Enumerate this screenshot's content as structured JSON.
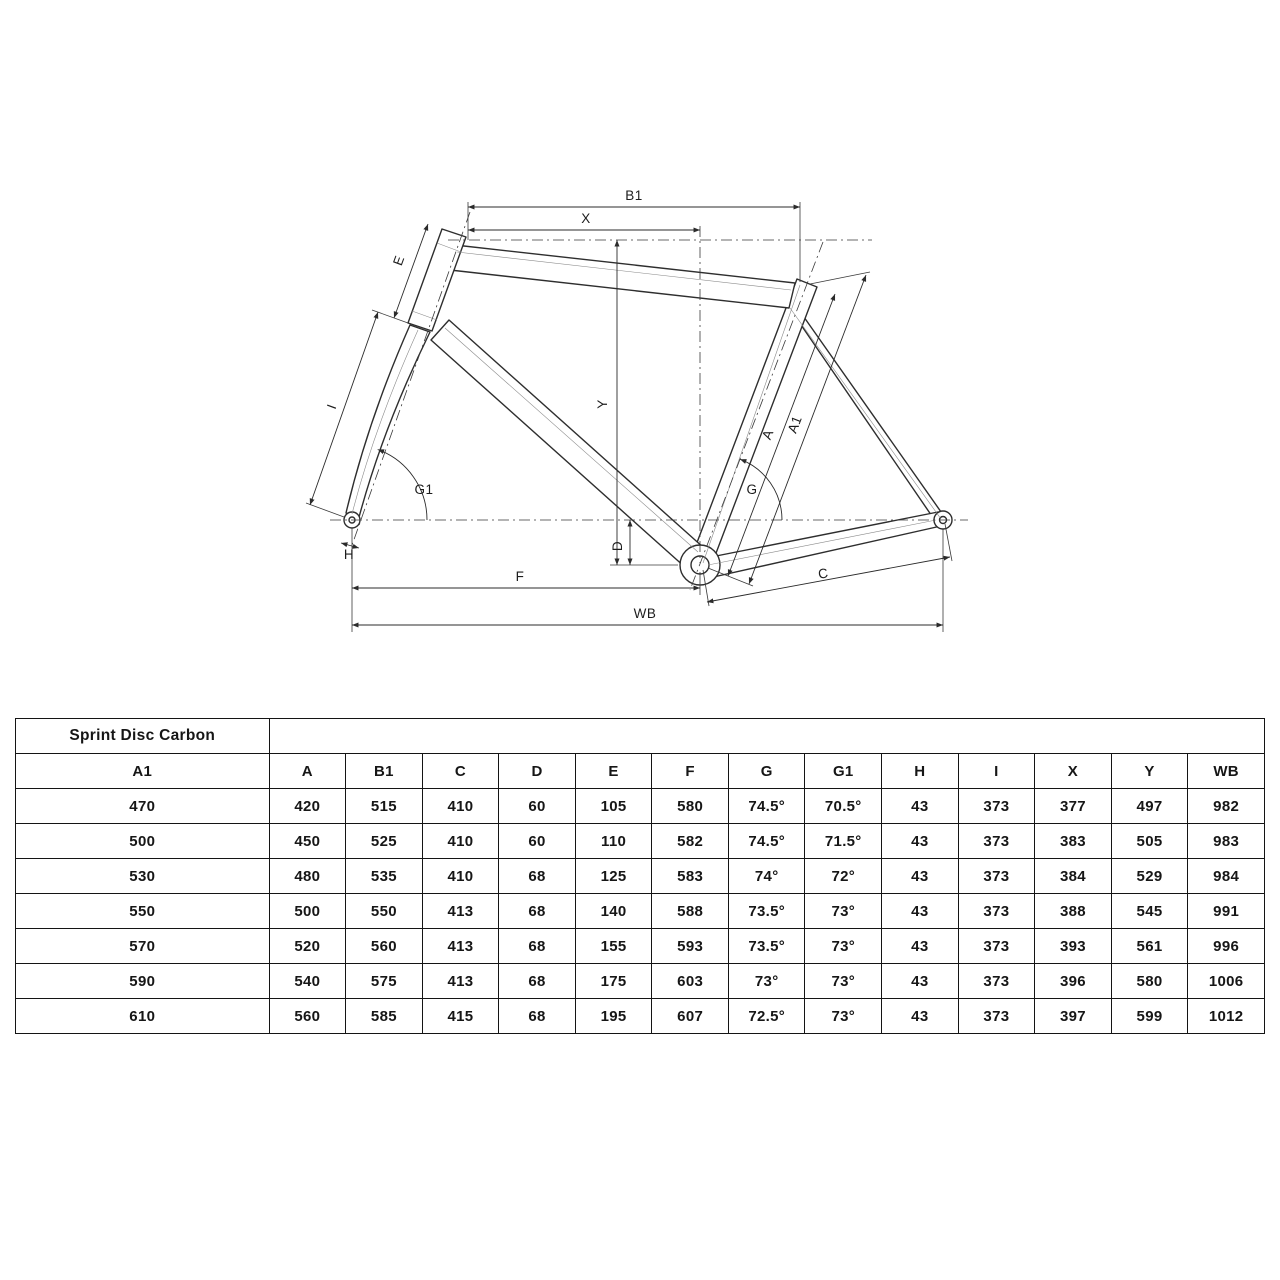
{
  "diagram": {
    "labels": {
      "b1": "B1",
      "x": "X",
      "e": "E",
      "i": "I",
      "g1": "G1",
      "h": "H",
      "f": "F",
      "wb": "WB",
      "y": "Y",
      "d": "D",
      "a": "A",
      "a1": "A1",
      "g": "G",
      "c": "C"
    }
  },
  "table": {
    "title": "Sprint Disc Carbon",
    "columns": [
      "A1",
      "A",
      "B1",
      "C",
      "D",
      "E",
      "F",
      "G",
      "G1",
      "H",
      "I",
      "X",
      "Y",
      "WB"
    ],
    "rows": [
      [
        "470",
        "420",
        "515",
        "410",
        "60",
        "105",
        "580",
        "74.5°",
        "70.5°",
        "43",
        "373",
        "377",
        "497",
        "982"
      ],
      [
        "500",
        "450",
        "525",
        "410",
        "60",
        "110",
        "582",
        "74.5°",
        "71.5°",
        "43",
        "373",
        "383",
        "505",
        "983"
      ],
      [
        "530",
        "480",
        "535",
        "410",
        "68",
        "125",
        "583",
        "74°",
        "72°",
        "43",
        "373",
        "384",
        "529",
        "984"
      ],
      [
        "550",
        "500",
        "550",
        "413",
        "68",
        "140",
        "588",
        "73.5°",
        "73°",
        "43",
        "373",
        "388",
        "545",
        "991"
      ],
      [
        "570",
        "520",
        "560",
        "413",
        "68",
        "155",
        "593",
        "73.5°",
        "73°",
        "43",
        "373",
        "393",
        "561",
        "996"
      ],
      [
        "590",
        "540",
        "575",
        "413",
        "68",
        "175",
        "603",
        "73°",
        "73°",
        "43",
        "373",
        "396",
        "580",
        "1006"
      ],
      [
        "610",
        "560",
        "585",
        "415",
        "68",
        "195",
        "607",
        "72.5°",
        "73°",
        "43",
        "373",
        "397",
        "599",
        "1012"
      ]
    ]
  }
}
